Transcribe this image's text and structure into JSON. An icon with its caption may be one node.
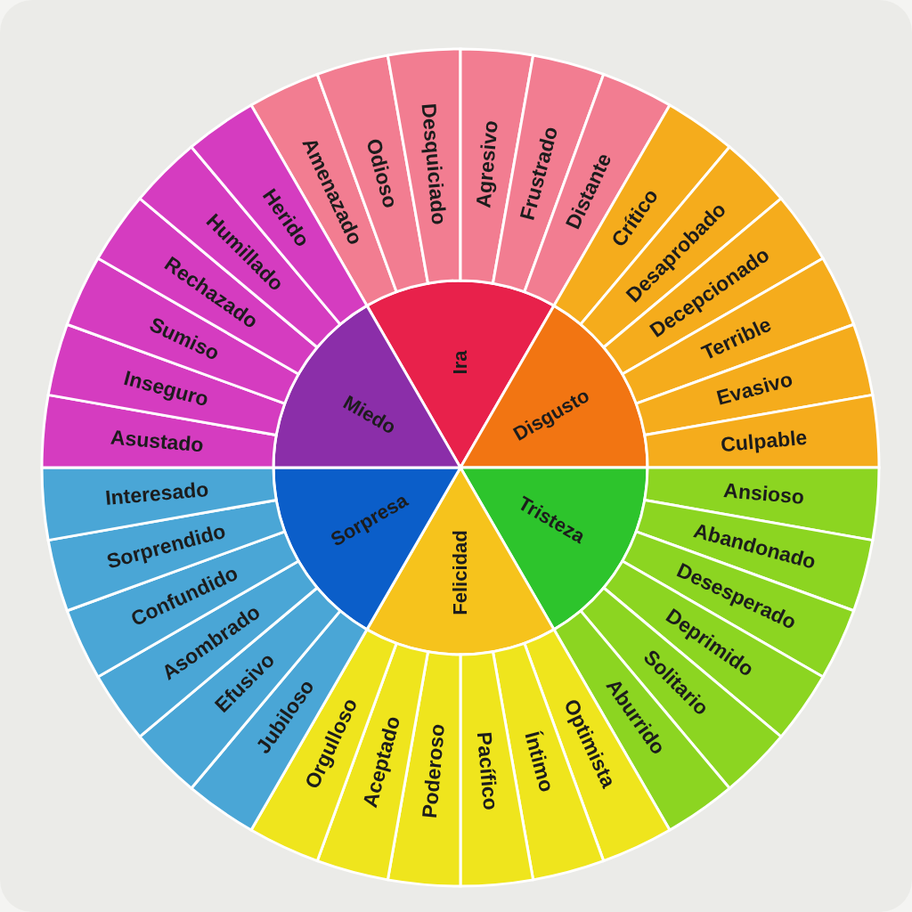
{
  "diagram": {
    "nodes": [
      {
        "text": [
          "Ira"
        ]
      },
      {
        "text": [
          "Disgusto"
        ]
      },
      {
        "text": [
          "Tristeza"
        ]
      },
      {
        "text": [
          "Felicidad"
        ]
      },
      {
        "text": [
          "Sorpresa"
        ]
      },
      {
        "text": [
          "Miedo"
        ]
      },
      {
        "text": [
          "Amenazado"
        ]
      },
      {
        "text": [
          "Odioso"
        ]
      },
      {
        "text": [
          "Desquiciado"
        ]
      },
      {
        "text": [
          "Agresivo"
        ]
      },
      {
        "text": [
          "Frustrado"
        ]
      },
      {
        "text": [
          "Distante"
        ]
      },
      {
        "text": [
          "Crítico"
        ]
      },
      {
        "text": [
          "Desaprobado"
        ]
      },
      {
        "text": [
          "Decepcionado"
        ]
      },
      {
        "text": [
          "Terrible"
        ]
      },
      {
        "text": [
          "Evasivo"
        ]
      },
      {
        "text": [
          "Culpable"
        ]
      },
      {
        "text": [
          "Ansioso"
        ]
      },
      {
        "text": [
          "Abandonado"
        ]
      },
      {
        "text": [
          "Desesperado"
        ]
      },
      {
        "text": [
          "Deprimido"
        ]
      },
      {
        "text": [
          "Solitario"
        ]
      },
      {
        "text": [
          "Aburrido"
        ]
      },
      {
        "text": [
          "Optimista"
        ]
      },
      {
        "text": [
          "Íntimo"
        ]
      },
      {
        "text": [
          "Pacífico"
        ]
      },
      {
        "text": [
          "Poderoso"
        ]
      },
      {
        "text": [
          "Aceptado"
        ]
      },
      {
        "text": [
          "Orgulloso"
        ]
      },
      {
        "text": [
          "Jubiloso"
        ]
      },
      {
        "text": [
          "Efusivo"
        ]
      },
      {
        "text": [
          "Asombrado"
        ]
      },
      {
        "text": [
          "Confundido"
        ]
      },
      {
        "text": [
          "Sorprendido"
        ]
      },
      {
        "text": [
          "Interesado"
        ]
      },
      {
        "text": [
          "Asustado"
        ]
      },
      {
        "text": [
          "Inseguro"
        ]
      },
      {
        "text": [
          "Sumiso"
        ]
      },
      {
        "text": [
          "Rechazado"
        ]
      },
      {
        "text": [
          "Humillado"
        ]
      },
      {
        "text": [
          "Herido"
        ]
      }
    ]
  }
}
